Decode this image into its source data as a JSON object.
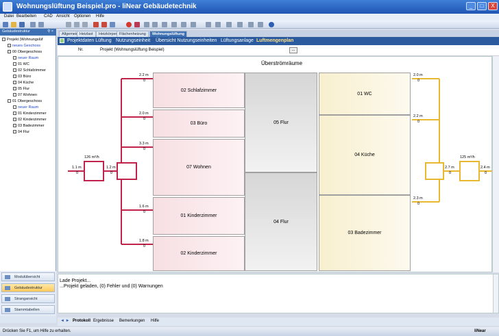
{
  "window": {
    "title": "Wohnungslüftung Beispiel.pro - liNear Gebäudetechnik",
    "min": "_",
    "max": "□",
    "close": "X"
  },
  "menu": [
    "Datei",
    "Bearbeiten",
    "CAD",
    "Ansicht",
    "Optionen",
    "Hilfe"
  ],
  "left_panel": {
    "title": "Gebäudestruktur",
    "pin": "⚲ ×",
    "tree": [
      {
        "label": "Projekt (Wohnungslüf",
        "indent": 0,
        "blue": false
      },
      {
        "label": "neues Geschoss",
        "indent": 1,
        "blue": true
      },
      {
        "label": "00 Obergeschoss",
        "indent": 1,
        "blue": false
      },
      {
        "label": "neuer Raum",
        "indent": 2,
        "blue": true
      },
      {
        "label": "01 WC",
        "indent": 2,
        "blue": false
      },
      {
        "label": "02 Schlafzimmer",
        "indent": 2,
        "blue": false
      },
      {
        "label": "03 Büro",
        "indent": 2,
        "blue": false
      },
      {
        "label": "04 Küche",
        "indent": 2,
        "blue": false
      },
      {
        "label": "05 Flur",
        "indent": 2,
        "blue": false
      },
      {
        "label": "07 Wohnen",
        "indent": 2,
        "blue": false
      },
      {
        "label": "01 Obergeschoss",
        "indent": 1,
        "blue": false
      },
      {
        "label": "neuer Raum",
        "indent": 2,
        "blue": true
      },
      {
        "label": "01 Kinderzimmer",
        "indent": 2,
        "blue": false
      },
      {
        "label": "02 Kinderzimmer",
        "indent": 2,
        "blue": false
      },
      {
        "label": "03 Badezimmer",
        "indent": 2,
        "blue": false
      },
      {
        "label": "04 Flur",
        "indent": 2,
        "blue": false
      }
    ]
  },
  "nav_buttons": [
    {
      "label": "Modulübersicht",
      "active": false
    },
    {
      "label": "Gebäudestruktur",
      "active": true
    },
    {
      "label": "Strangansicht",
      "active": false
    },
    {
      "label": "Stammtabellen",
      "active": false
    }
  ],
  "module_tabs": [
    "Allgemein",
    "Heizlast",
    "Heizkörper",
    "Flächenheizung",
    "Wohnungslüftung"
  ],
  "sub_tabs": [
    "Projektdaten Lüftung",
    "Nutzungseinheit",
    "Übersicht Nutzungseinheiten",
    "Lüftungsanlage",
    "Luftmengenplan"
  ],
  "header": {
    "nr_label": "Nr.",
    "project_value": "Projekt (Wohnungslüftung Beispiel)",
    "browse": "..."
  },
  "diagram": {
    "title": "Überströmräume",
    "supply_rooms": [
      "02 Schlafzimmer",
      "03 Büro",
      "07 Wohnen",
      "01 Kinderzimmer",
      "02 Kinderzimmer"
    ],
    "overflow_rooms": [
      "05 Flur",
      "04 Flur"
    ],
    "exhaust_rooms": [
      "01 WC",
      "04 Küche",
      "03 Badezimmer"
    ],
    "supply_flows": [
      {
        "dist": "2.2 m",
        "val": "0"
      },
      {
        "dist": "2.0 m",
        "val": "0"
      },
      {
        "dist": "3.3 m",
        "val": "0"
      },
      {
        "dist": "1.6 m",
        "val": "0"
      },
      {
        "dist": "1.8 m",
        "val": "0"
      }
    ],
    "exhaust_flows": [
      {
        "dist": "2.0 m",
        "val": "0"
      },
      {
        "dist": "2.2 m",
        "val": "0"
      },
      {
        "dist": "2.3 m",
        "val": "0"
      }
    ],
    "left_unit": {
      "flow": "126 m³/h",
      "in_dist": "1.1 m",
      "in_val": "0",
      "out_dist": "1.2 m",
      "out_val": "0"
    },
    "right_unit": {
      "flow": "125 m³/h",
      "in_dist": "2.7 m",
      "in_val": "0",
      "out_dist": "2.4 m",
      "out_val": "0"
    },
    "colors": {
      "supply": "#c0224a",
      "exhaust": "#e8b830"
    }
  },
  "log": {
    "line1": "Lade Projekt...",
    "line2": "...Projekt geladen, (0) Fehler und (0) Warnungen"
  },
  "log_tabs": [
    "Protokoll",
    "Ergebnisse",
    "Bemerkungen",
    "Hilfe"
  ],
  "status": {
    "text": "Drücken Sie F1, um Hilfe zu erhalten.",
    "brand": "liNear"
  }
}
